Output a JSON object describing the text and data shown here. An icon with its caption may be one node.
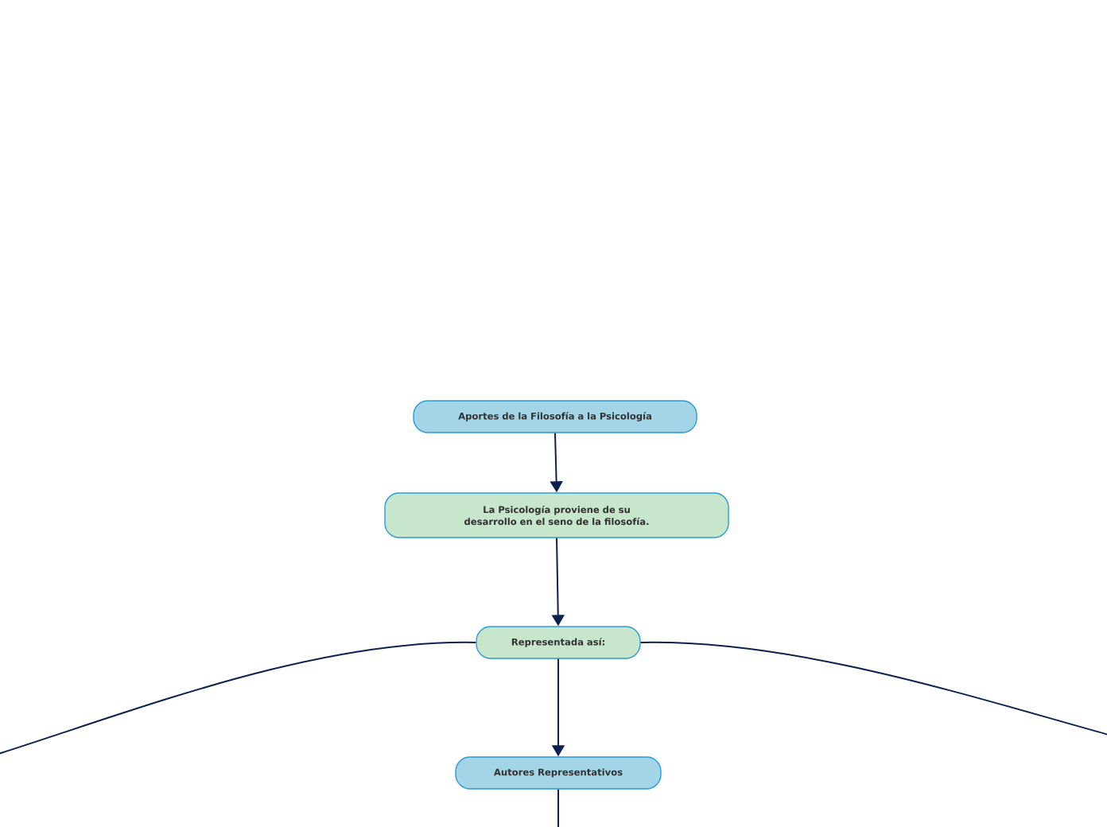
{
  "diagram": {
    "nodes": [
      {
        "text": [
          "Aportes de la Filosofía a la Psicología"
        ]
      },
      {
        "text": [
          "La Psicología proviene de su desarrollo en el seno de la filosofía."
        ]
      },
      {
        "text": [
          "Representada así:"
        ]
      },
      {
        "text": [
          "Autores Representativos"
        ]
      }
    ],
    "edges": [
      {
        "from": 0,
        "to": 1,
        "arrow": "to"
      },
      {
        "from": 1,
        "to": 2,
        "arrow": "to"
      },
      {
        "from": 2,
        "to": 3,
        "arrow": "to"
      },
      {
        "from": 3,
        "to": null,
        "arrow": "none"
      },
      {
        "from": 2,
        "to": null,
        "arrow": "none"
      },
      {
        "from": 2,
        "to": null,
        "arrow": "none"
      }
    ]
  }
}
